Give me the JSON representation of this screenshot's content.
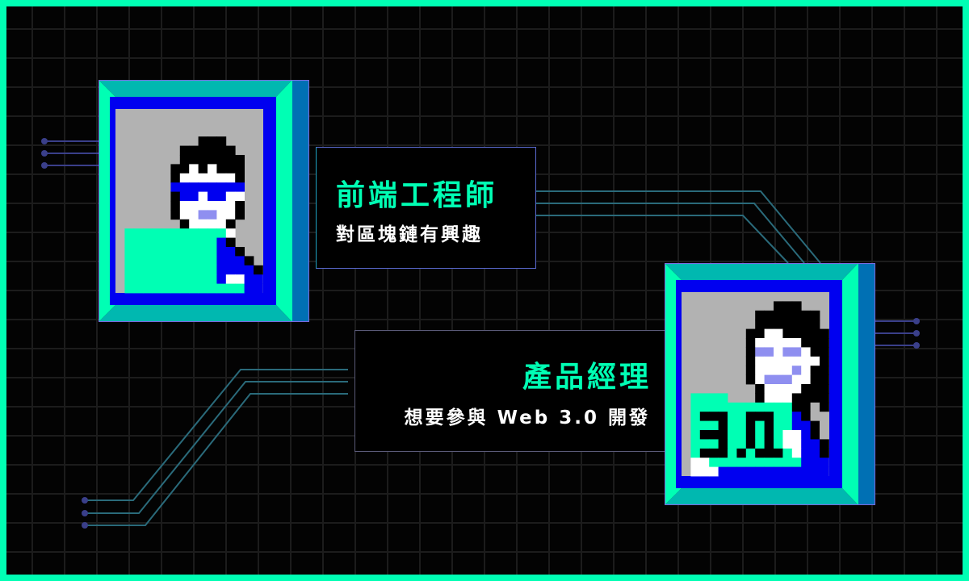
{
  "colors": {
    "accent": "#00ffb4",
    "frame_teal": "#00b8b0",
    "frame_blue": "#0000f0",
    "frame_side": "#0070b4",
    "canvas_gray": "#b2b2b2",
    "lavender": "#8f8ff0",
    "wire_left": "#3a3f8a",
    "wire_mid": "#2a6a7a"
  },
  "cards": [
    {
      "title": "前端工程師",
      "subtitle": "對區塊鏈有興趣"
    },
    {
      "title": "產品經理",
      "subtitle": "想要參與 Web 3.0 開發"
    }
  ],
  "portraits": [
    {
      "name": "frontend-engineer-avatar"
    },
    {
      "name": "product-manager-avatar",
      "badge": "3.0"
    }
  ]
}
